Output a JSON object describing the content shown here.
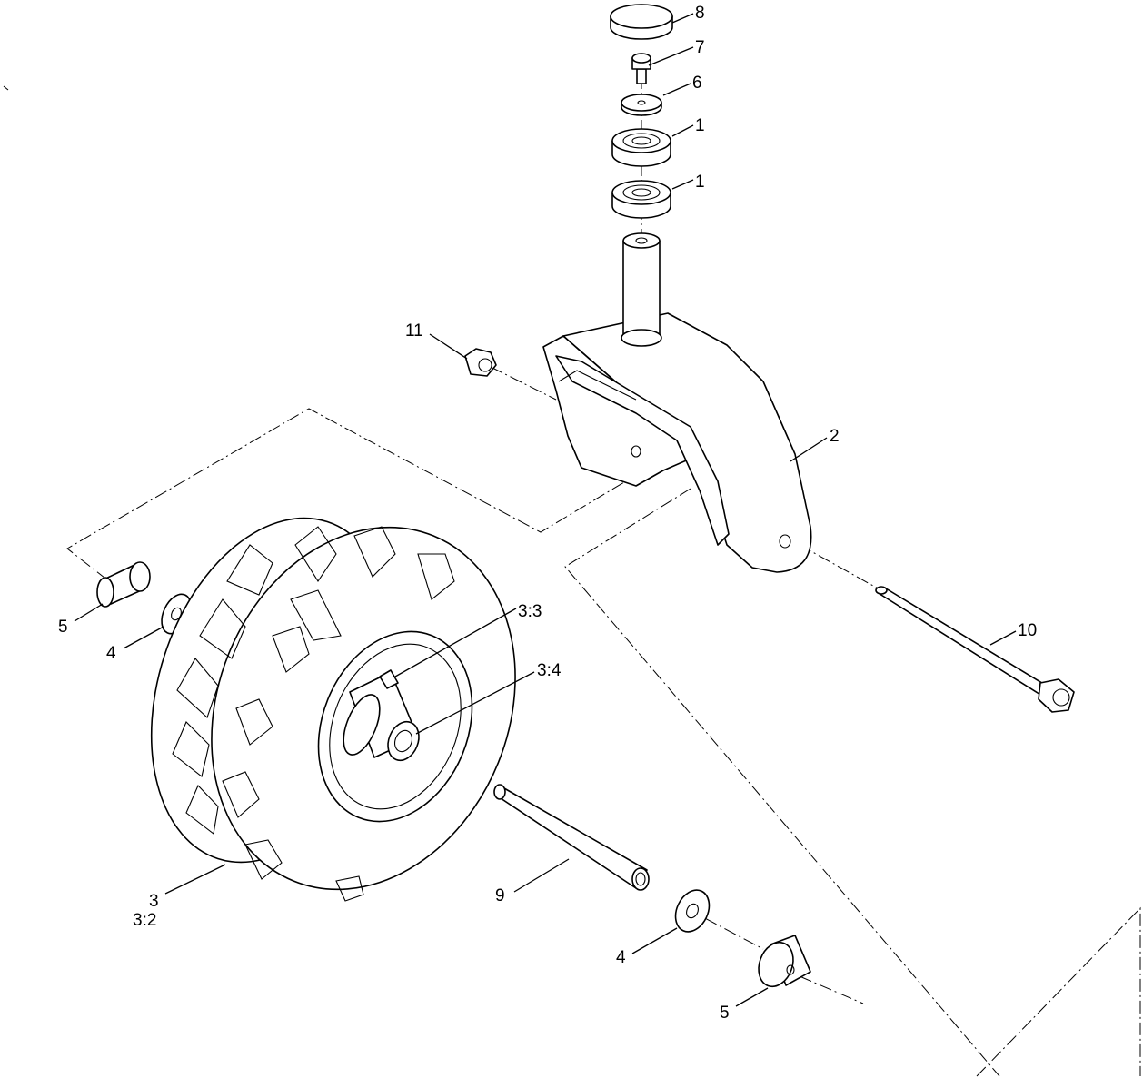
{
  "callouts": {
    "c8": "8",
    "c7": "7",
    "c6": "6",
    "c1a": "1",
    "c1b": "1",
    "c11": "11",
    "c2": "2",
    "c10": "10",
    "c5a": "5",
    "c4a": "4",
    "c33": "3:3",
    "c34": "3:4",
    "c3": "3",
    "c32": "3:2",
    "c9": "9",
    "c4b": "4",
    "c5b": "5"
  }
}
